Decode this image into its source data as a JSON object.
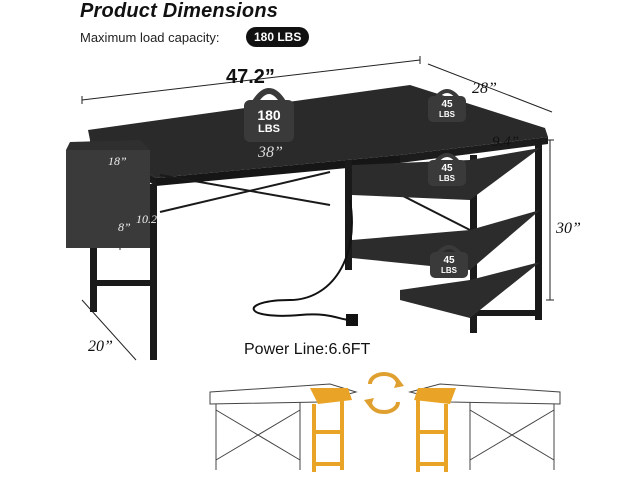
{
  "header": {
    "title": "Product Dimensions",
    "load_label": "Maximum load capacity:",
    "load_value": "180 LBS"
  },
  "dimensions": {
    "overall_length": "47.2”",
    "side_depth": "28”",
    "top_depth": "9.4”",
    "height": "30”",
    "inner_length": "38”",
    "bag_width": "18”",
    "bag_height": "8”",
    "bag_depth": "10.2",
    "leg_depth": "20”"
  },
  "weights": {
    "main": "180",
    "main_unit": "LBS",
    "shelf_top": "45",
    "shelf_top_unit": "LBS",
    "shelf_mid": "45",
    "shelf_mid_unit": "LBS",
    "shelf_low": "45",
    "shelf_low_unit": "LBS"
  },
  "power_line": "Power Line:6.6FT",
  "colors": {
    "desk": "#2a2a2a",
    "frame": "#1a1a1a",
    "accent_wood": "#e9a326",
    "swap_icon": "#e0a030"
  },
  "icons": [
    "weight-icon",
    "swap-arrows-icon",
    "power-plug-icon"
  ]
}
